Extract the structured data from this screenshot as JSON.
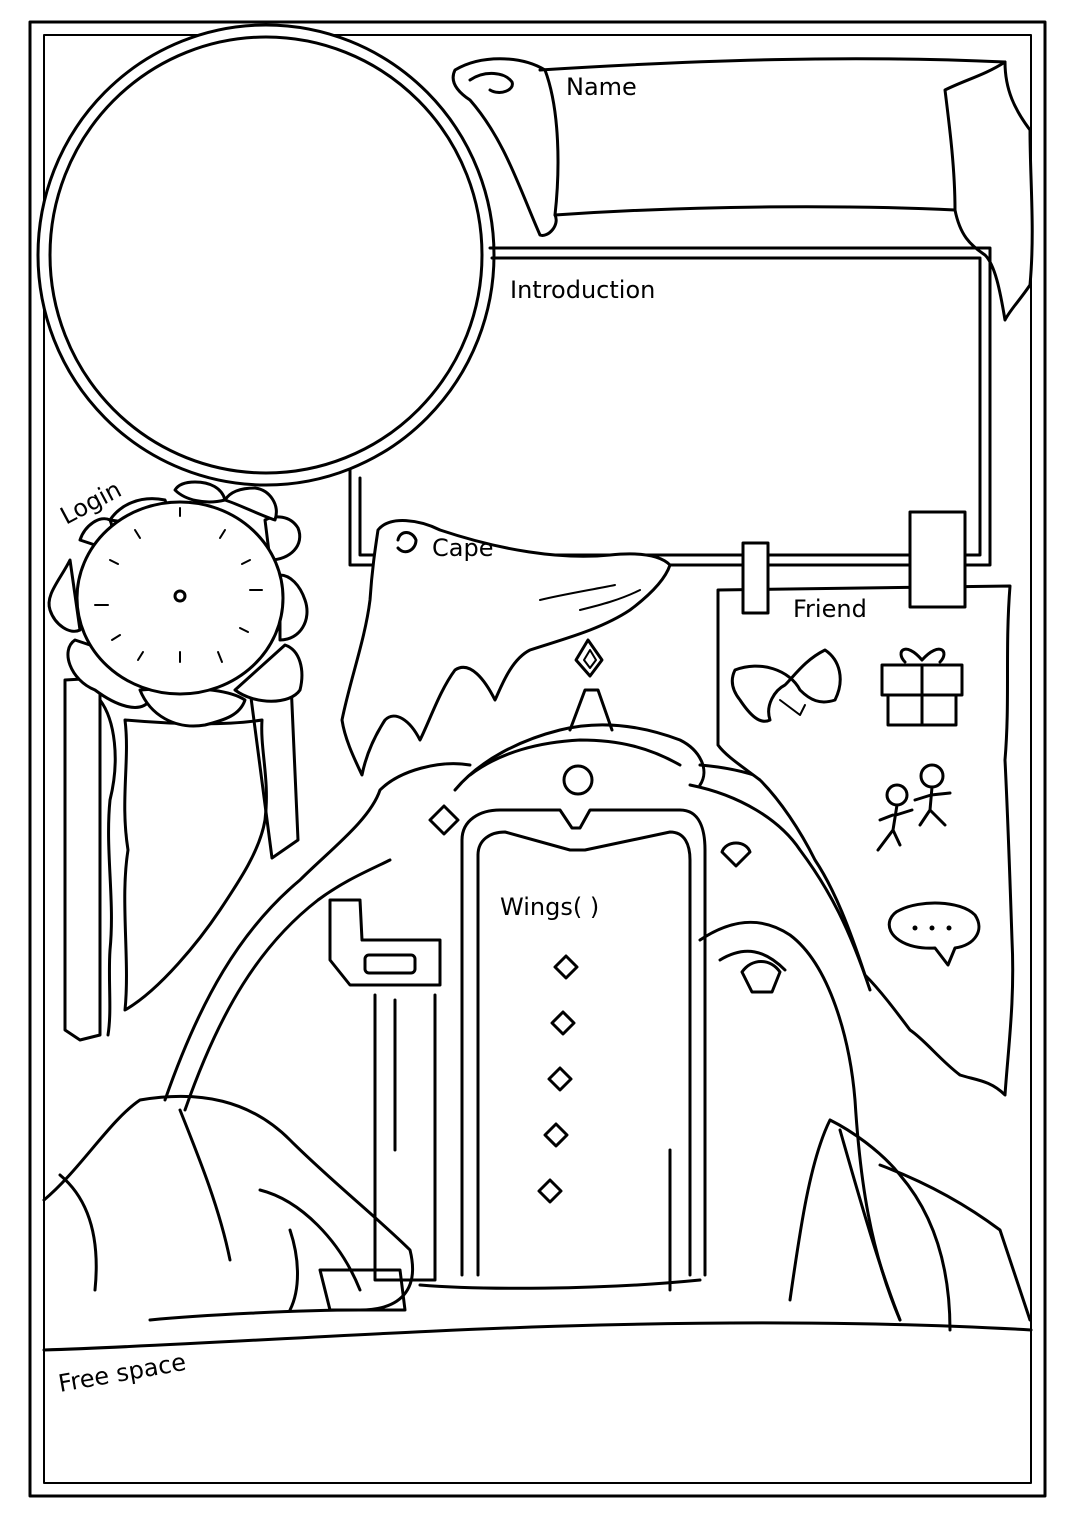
{
  "sheet": {
    "labels": {
      "name": "Name",
      "introduction": "Introduction",
      "login": "Login",
      "cape": "Cape",
      "friend": "Friend",
      "wings": "Wings(    )",
      "free_space": "Free space"
    },
    "wing_level_markers": 5,
    "icons": [
      "handshake-icon",
      "gift-icon",
      "friends-icon",
      "chat-bubble-icon"
    ]
  }
}
